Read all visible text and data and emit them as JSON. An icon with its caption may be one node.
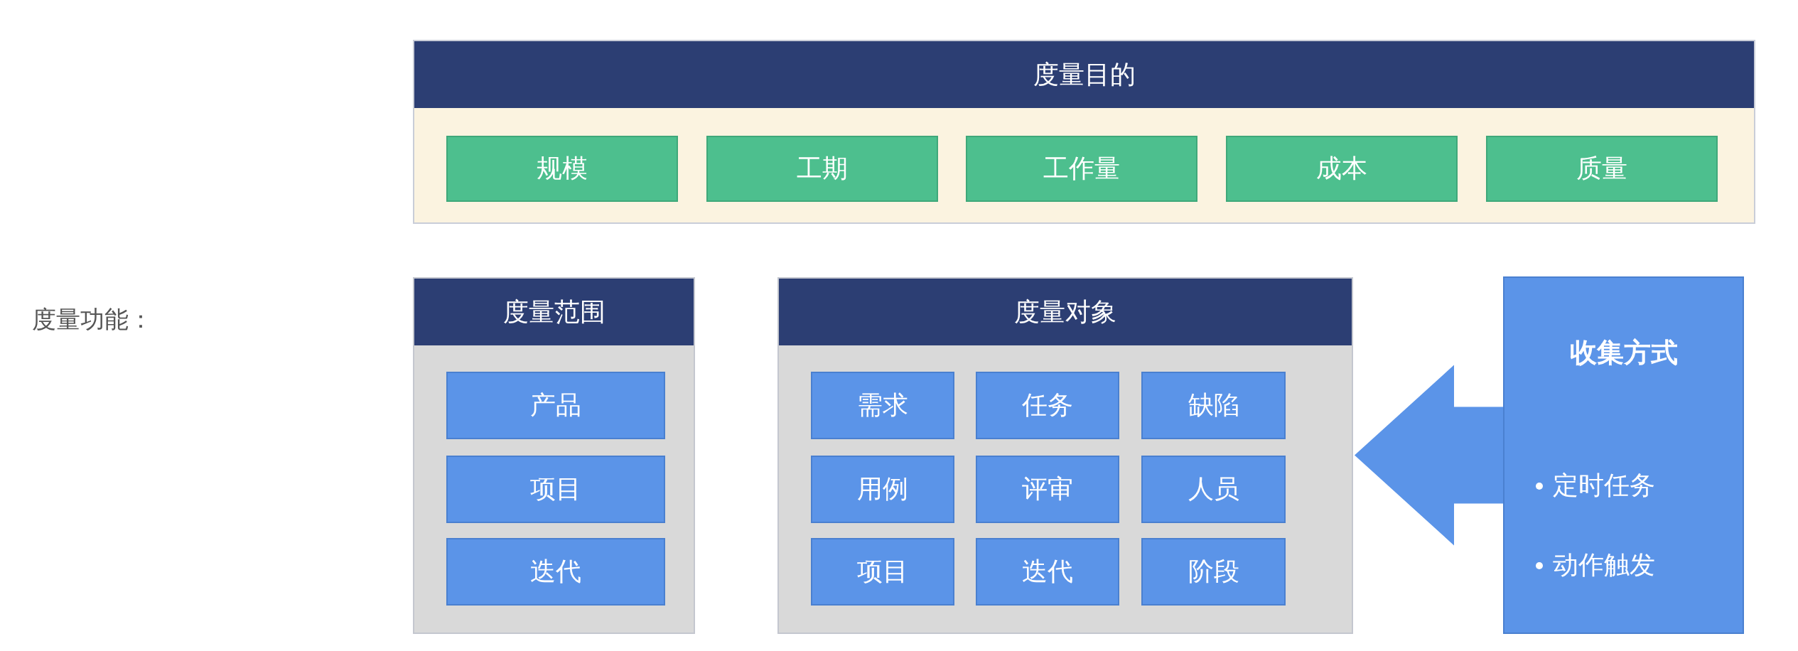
{
  "diagram": {
    "nodes": [
      {
        "text": [
          "度量目的"
        ]
      },
      {
        "text": [
          "规模"
        ],
        "in": 0
      },
      {
        "text": [
          "工期"
        ],
        "in": 0
      },
      {
        "text": [
          "工作量"
        ],
        "in": 0
      },
      {
        "text": [
          "成本"
        ],
        "in": 0
      },
      {
        "text": [
          "质量"
        ],
        "in": 0
      },
      {
        "text": [
          "度量范围"
        ]
      },
      {
        "text": [
          "产品"
        ],
        "in": 6
      },
      {
        "text": [
          "项目"
        ],
        "in": 6
      },
      {
        "text": [
          "迭代"
        ],
        "in": 6
      },
      {
        "text": [
          "度量对象"
        ]
      },
      {
        "text": [
          "需求"
        ],
        "in": 10
      },
      {
        "text": [
          "任务"
        ],
        "in": 10
      },
      {
        "text": [
          "缺陷"
        ],
        "in": 10
      },
      {
        "text": [
          "用例"
        ],
        "in": 10
      },
      {
        "text": [
          "评审"
        ],
        "in": 10
      },
      {
        "text": [
          "人员"
        ],
        "in": 10
      },
      {
        "text": [
          "项目"
        ],
        "in": 10
      },
      {
        "text": [
          "迭代"
        ],
        "in": 10
      },
      {
        "text": [
          "阶段"
        ],
        "in": 10
      },
      {
        "text": [
          "收集方式",
          "定时任务",
          "动作触发"
        ]
      }
    ],
    "edges": [
      {
        "from": 20,
        "to": 10,
        "arrow": "to",
        "style": "thick"
      }
    ],
    "labels": [
      "度量功能："
    ]
  }
}
